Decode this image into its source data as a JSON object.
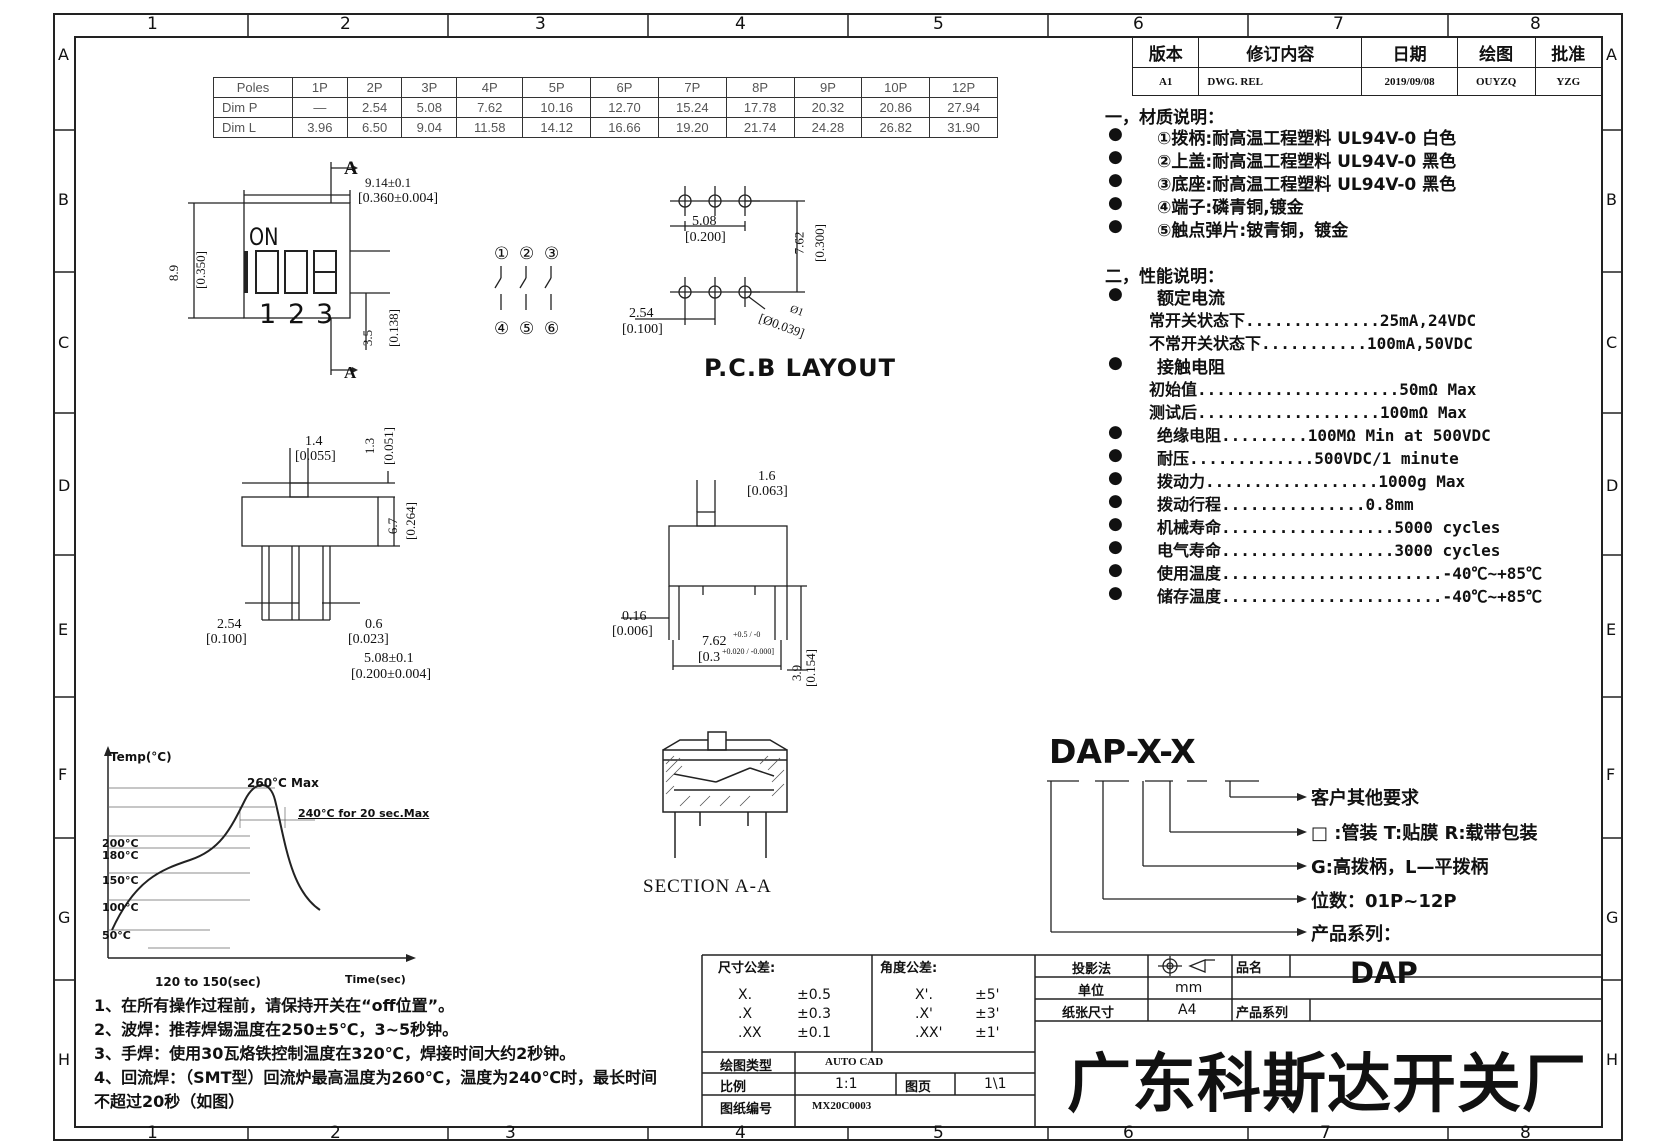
{
  "frame": {
    "col_numbers": [
      "1",
      "2",
      "3",
      "4",
      "5",
      "6",
      "7",
      "8"
    ],
    "row_letters": [
      "A",
      "B",
      "C",
      "D",
      "E",
      "F",
      "G",
      "H"
    ]
  },
  "poles_table": {
    "headers": [
      "Poles",
      "1P",
      "2P",
      "3P",
      "4P",
      "5P",
      "6P",
      "7P",
      "8P",
      "9P",
      "10P",
      "12P"
    ],
    "rows": [
      [
        "Dim  P",
        "—",
        "2.54",
        "5.08",
        "7.62",
        "10.16",
        "12.70",
        "15.24",
        "17.78",
        "20.32",
        "20.86",
        "27.94"
      ],
      [
        "Dim  L",
        "3.96",
        "6.50",
        "9.04",
        "11.58",
        "14.12",
        "16.66",
        "19.20",
        "21.74",
        "24.28",
        "26.82",
        "31.90"
      ]
    ]
  },
  "revision_table": {
    "headers": [
      "版本",
      "修订内容",
      "日期",
      "绘图",
      "批准"
    ],
    "row": [
      "A1",
      "DWG. REL",
      "2019/09/08",
      "OUYZQ",
      "YZG"
    ]
  },
  "material": {
    "title": "一，材质说明：",
    "items": [
      "①拨柄:耐高温工程塑料 UL94V-0 白色",
      "②上盖:耐高温工程塑料 UL94V-0 黑色",
      "③底座:耐高温工程塑料 UL94V-0 黑色",
      "④端子:磷青铜,镀金",
      "⑤触点弹片:铍青铜，镀金"
    ]
  },
  "performance": {
    "title": "二，性能说明：",
    "rated_current_label": "额定电流",
    "rated_current_line1": "常开关状态下..............25mA,24VDC",
    "rated_current_line2": "不常开关状态下...........100mA,50VDC",
    "contact_resistance_label": "接触电阻",
    "contact_resistance_line1": "初始值.....................50mΩ Max",
    "contact_resistance_line2": "测试后...................100mΩ Max",
    "items": [
      "绝缘电阻.........100MΩ Min at 500VDC",
      "耐压.............500VDC/1 minute",
      "拨动力..................1000g Max",
      "拨动行程...............0.8mm",
      "机械寿命..................5000 cycles",
      "电气寿命..................3000 cycles",
      "使用温度.......................-40℃~+85℃",
      "储存温度.......................-40℃~+85℃"
    ]
  },
  "top_view": {
    "dim_width": "9.14±0.1",
    "dim_width_in": "[0.360±0.004]",
    "section_mark": "A",
    "on_label": "ON",
    "switch_numbers": [
      "1",
      "2",
      "3"
    ],
    "dim_height": "8.9",
    "dim_height_in": "[0.350]",
    "dim_pitch": "3.5",
    "dim_pitch_in": "[0.138]"
  },
  "schematic": {
    "top_numbers": [
      "①",
      "②",
      "③"
    ],
    "bottom_numbers": [
      "④",
      "⑤",
      "⑥"
    ]
  },
  "pcb": {
    "title": "P.C.B  LAYOUT",
    "dim_pitch": "5.08",
    "dim_pitch_in": "[0.200]",
    "dim_row": "7.62",
    "dim_row_in": "[0.300]",
    "dim_pin": "2.54",
    "dim_pin_in": "[0.100]",
    "dim_hole": "Ø1",
    "dim_hole_in": "[Ø0.039]"
  },
  "side_view": {
    "dim_knob": "1.4",
    "dim_knob_in": "[0.055]",
    "dim_knob_h": "1.3",
    "dim_knob_h_in": "[0.051]",
    "dim_body": "6.7",
    "dim_body_in": "[0.264]",
    "dim_pitch": "2.54",
    "dim_pitch_in": "[0.100]",
    "dim_pin": "0.6",
    "dim_pin_in": "[0.023]",
    "dim_span": "5.08±0.1",
    "dim_span_in": "[0.200±0.004]"
  },
  "end_view": {
    "dim_knob": "1.6",
    "dim_knob_in": "[0.063]",
    "dim_gap": "0.16",
    "dim_gap_in": "[0.006]",
    "dim_row": "7.62",
    "dim_row_tol": "+0.5 / -0",
    "dim_row_in": "[0.3",
    "dim_row_in_tol": "+0.020 / -0.000]",
    "dim_pin_len": "3.9",
    "dim_pin_len_in": "[0.154]"
  },
  "section": {
    "title": "SECTION  A-A"
  },
  "profile": {
    "y_label": "Temp(°C)",
    "x_label": "Time(sec)",
    "peak_label": "260°C Max",
    "hold_label": "240°C for 20 sec.Max",
    "ticks": [
      "200°C",
      "180°C",
      "150°C",
      "100°C",
      "50°C"
    ],
    "preheat_label": "120 to 150(sec)"
  },
  "notes": [
    "1、在所有操作过程前，请保持开关在“off位置”。",
    "2、波焊：推荐焊锡温度在250±5℃，3~5秒钟。",
    "3、手焊：使用30瓦烙铁控制温度在320℃，焊接时间大约2秒钟。",
    "4、回流焊：（SMT型）回流炉最高温度为260℃，温度为240℃时，最长时间",
    "不超过20秒（如图）"
  ],
  "part_number": {
    "code": "DAP-X-X",
    "lines": [
      "客户其他要求",
      "□ :管装  T:贴膜   R:载带包装",
      "G:高拨柄，L—平拨柄",
      "位数：01P~12P",
      "产品系列："
    ]
  },
  "title_block": {
    "dim_tol_label": "尺寸公差:",
    "dim_tol": [
      [
        "X.",
        "±0.5"
      ],
      [
        ".X",
        "±0.3"
      ],
      [
        ".XX",
        "±0.1"
      ]
    ],
    "ang_tol_label": "角度公差:",
    "ang_tol": [
      [
        "X'.",
        "±5'"
      ],
      [
        ".X'",
        "±3'"
      ],
      [
        ".XX'",
        "±1'"
      ]
    ],
    "projection_label": "投影法",
    "unit_label": "单位",
    "unit_value": "mm",
    "paper_label": "纸张尺寸",
    "paper_value": "A4",
    "name_label": "品名",
    "name_value": "DAP",
    "series_label": "产品系列",
    "software_label": "绘图类型",
    "software_value": "AUTO CAD",
    "scale_label": "比例",
    "scale_value": "1:1",
    "page_label": "图页",
    "page_value": "1\\1",
    "drawing_no_label": "图纸编号",
    "drawing_no_value": "MX20C0003",
    "company": "广东科斯达开关厂"
  }
}
